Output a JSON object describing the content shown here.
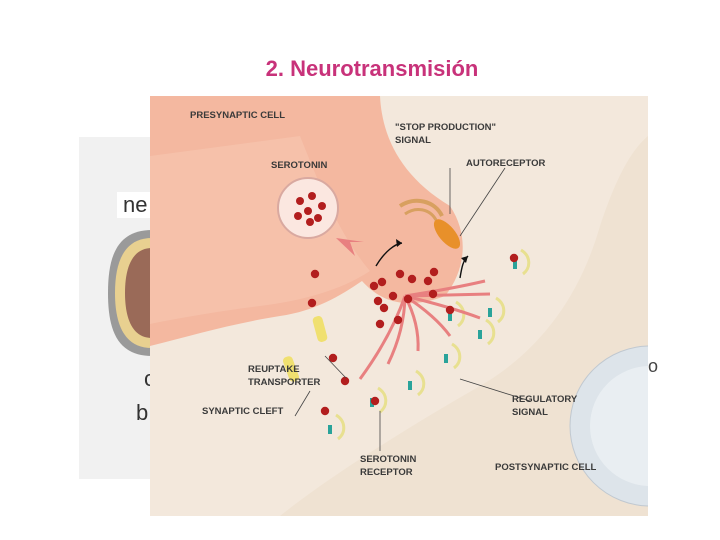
{
  "slide": {
    "title": "2. Neurotransmisión"
  },
  "background_fragments": {
    "ne": "ne",
    "c": "c",
    "b": "b",
    "o": "o"
  },
  "diagram": {
    "labels": {
      "presynaptic_cell": "PRESYNAPTIC CELL",
      "stop_production_1": "\"STOP PRODUCTION\"",
      "stop_production_2": "SIGNAL",
      "serotonin": "SEROTONIN",
      "autoreceptor": "AUTORECEPTOR",
      "reuptake_1": "REUPTAKE",
      "reuptake_2": "TRANSPORTER",
      "synaptic_cleft": "SYNAPTIC CLEFT",
      "regulatory_1": "REGULATORY",
      "regulatory_2": "SIGNAL",
      "serotonin_receptor_1": "SEROTONIN",
      "serotonin_receptor_2": "RECEPTOR",
      "postsynaptic_cell": "POSTSYNAPTIC CELL"
    },
    "colors": {
      "presynaptic": "#f4b8a0",
      "postsynaptic": "#efe2d2",
      "molecule": "#b21e1e",
      "arrow": "#e88080",
      "autoreceptor": "#e8902a",
      "transporter": "#f0e070",
      "receptor": "#2aa39a"
    }
  }
}
